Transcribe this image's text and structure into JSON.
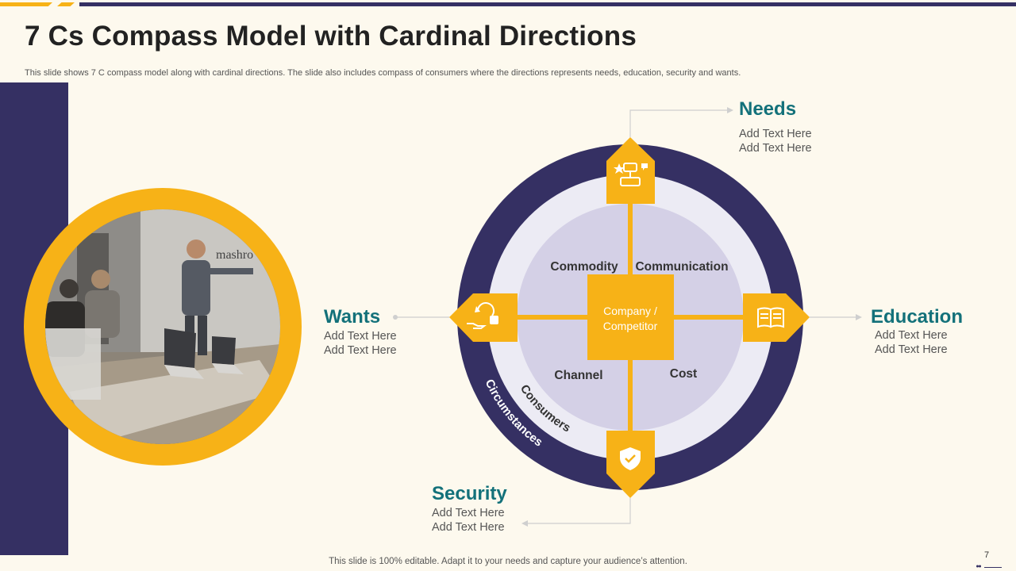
{
  "slide": {
    "title": "7 Cs Compass Model with Cardinal Directions",
    "subtitle": "This slide shows 7 C compass model along with cardinal directions. The slide also includes compass of consumers where the directions represents needs, education, security and wants.",
    "footer": "This slide is 100% editable. Adapt it to your needs and capture your audience’s attention.",
    "page_number": "7"
  },
  "compass": {
    "center": "Company / Competitor",
    "center_line1": "Company /",
    "center_line2": "Competitor",
    "quadrants": {
      "top_left": "Commodity",
      "top_right": "Communication",
      "bottom_left": "Channel",
      "bottom_right": "Cost"
    },
    "ring_middle": "Consumers",
    "ring_outer": "Circumstances"
  },
  "directions": {
    "needs": {
      "title": "Needs",
      "line1": "Add Text Here",
      "line2": "Add Text Here",
      "icon": "idea-board-icon"
    },
    "education": {
      "title": "Education",
      "line1": "Add Text Here",
      "line2": "Add Text Here",
      "icon": "book-icon"
    },
    "security": {
      "title": "Security",
      "line1": "Add Text Here",
      "line2": "Add Text Here",
      "icon": "shield-check-icon"
    },
    "wants": {
      "title": "Wants",
      "line1": "Add Text Here",
      "line2": "Add Text Here",
      "icon": "hand-refresh-icon"
    }
  },
  "colors": {
    "navy": "#353063",
    "gold": "#f7b217",
    "teal": "#13717a",
    "lavender": "#d4d0e6",
    "light_ring": "#ecebf4",
    "background": "#fdf9ee"
  }
}
